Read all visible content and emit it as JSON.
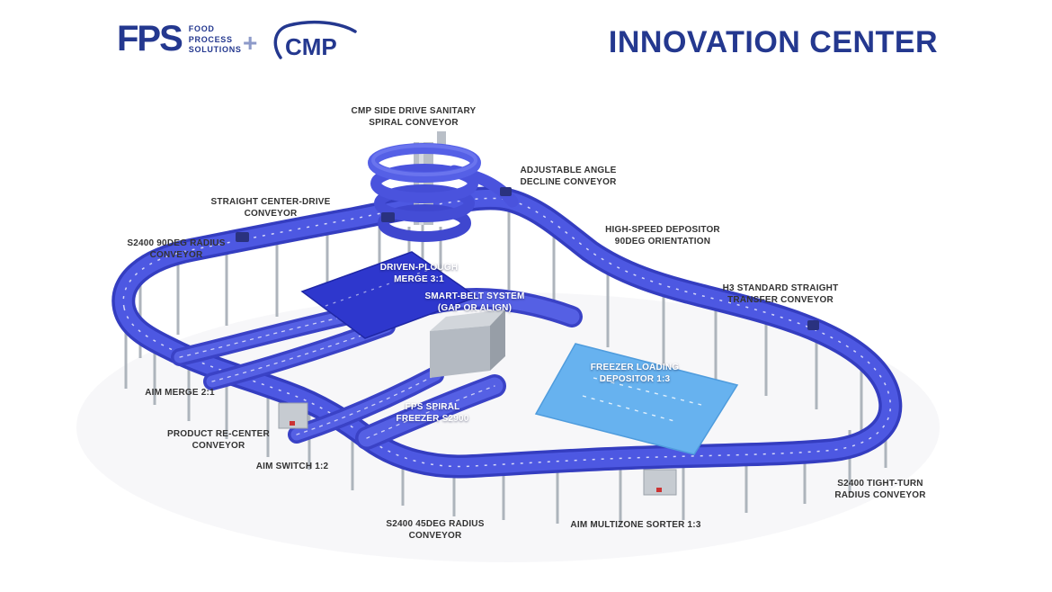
{
  "header": {
    "fps_logo": {
      "text": "FPS",
      "tagline": [
        "FOOD",
        "PROCESS",
        "SOLUTIONS"
      ]
    },
    "plus": "+",
    "cmp_logo": "CMP",
    "title": "INNOVATION CENTER"
  },
  "colors": {
    "brand_navy": "#24388f",
    "belt_blue": "#4a53dd",
    "belt_dark_blue": "#2e37cd",
    "depositor_light_blue": "#67b2ef",
    "steel_gray": "#b4bac2",
    "label_dark": "#333333",
    "label_light": "#ffffff"
  },
  "labels": [
    {
      "text": "CMP SIDE DRIVE SANITARY\nSPIRAL CONVEYOR",
      "variant": "dark"
    },
    {
      "text": "ADJUSTABLE ANGLE\nDECLINE CONVEYOR",
      "variant": "dark"
    },
    {
      "text": "STRAIGHT CENTER-DRIVE\nCONVEYOR",
      "variant": "dark"
    },
    {
      "text": "S2400 90DEG RADIUS\nCONVEYOR",
      "variant": "dark"
    },
    {
      "text": "HIGH-SPEED DEPOSITOR\n90DEG ORIENTATION",
      "variant": "dark"
    },
    {
      "text": "H3 STANDARD STRAIGHT\nTRANSFER CONVEYOR",
      "variant": "dark"
    },
    {
      "text": "DRIVEN-PLOUGH\nMERGE 3:1",
      "variant": "light"
    },
    {
      "text": "SMART-BELT SYSTEM\n(GAP OR ALIGN)",
      "variant": "light"
    },
    {
      "text": "FREEZER LOADING\nDEPOSITOR 1:3",
      "variant": "light"
    },
    {
      "text": "AIM MERGE 2:1",
      "variant": "dark"
    },
    {
      "text": "FPS SPIRAL\nFREEZER S2900",
      "variant": "light"
    },
    {
      "text": "PRODUCT RE-CENTER\nCONVEYOR",
      "variant": "dark"
    },
    {
      "text": "AIM SWITCH 1:2",
      "variant": "dark"
    },
    {
      "text": "S2400 45DEG RADIUS\nCONVEYOR",
      "variant": "dark"
    },
    {
      "text": "AIM MULTIZONE SORTER 1:3",
      "variant": "dark"
    },
    {
      "text": "S2400 TIGHT-TURN\nRADIUS CONVEYOR",
      "variant": "dark"
    }
  ]
}
